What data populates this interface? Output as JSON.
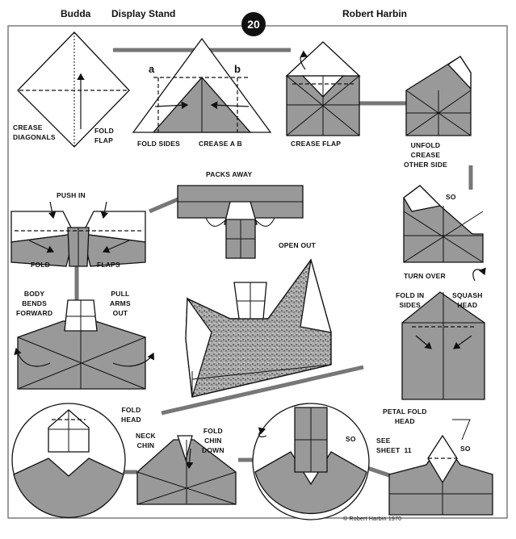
{
  "header": {
    "left": "Budda",
    "center": "Display Stand",
    "right": "Robert Harbin",
    "sheet_number": "20"
  },
  "labels": {
    "crease_diagonals": "CREASE\nDIAGONALS",
    "fold_flap": "FOLD\nFLAP",
    "a": "a",
    "b": "b",
    "fold_sides": "FOLD SIDES",
    "crease_a_b": "CREASE  A  B",
    "crease_flap": "CREASE   FLAP",
    "unfold_crease": "UNFOLD\nCREASE\nOTHER SIDE",
    "packs_away": "PACKS AWAY",
    "push_in": "PUSH IN",
    "fold": "FOLD",
    "flaps": "FLAPS",
    "open_out": "OPEN  OUT",
    "so_1": "SO",
    "turn_over": "TURN OVER",
    "body_bends": "BODY\nBENDS\nFORWARD",
    "pull_arms": "PULL\nARMS\nOUT",
    "fold_in_sides": "FOLD IN\nSIDES",
    "squash_head": "SQUASH\nHEAD",
    "fold_head": "FOLD\nHEAD",
    "neck_chin": "NECK\nCHIN",
    "fold_chin_down": "FOLD\nCHIN\nDOWN",
    "so_2": "SO",
    "petal_fold": "PETAL FOLD\nHEAD",
    "see_sheet": "SEE\nSHEET  11",
    "so_3": "SO",
    "copyright": "©  Robert Harbin 1970"
  }
}
